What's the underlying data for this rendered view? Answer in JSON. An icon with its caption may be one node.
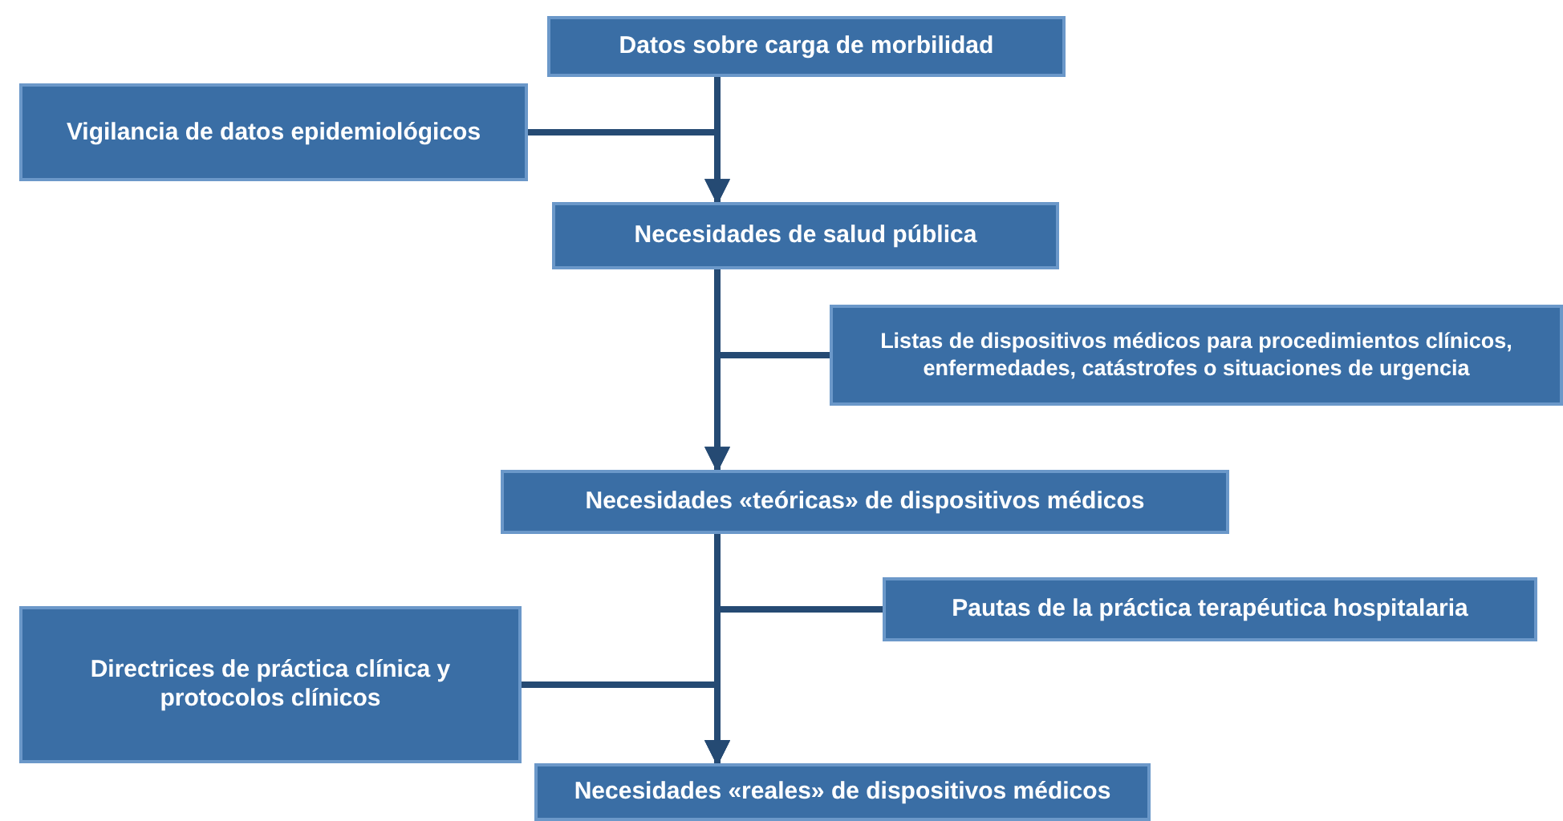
{
  "diagram": {
    "nodes": [
      {
        "text": [
          "Datos sobre carga de morbilidad"
        ]
      },
      {
        "text": [
          "Vigilancia de datos epidemiológicos"
        ]
      },
      {
        "text": [
          "Necesidades de salud pública"
        ]
      },
      {
        "text": [
          "Listas de dispositivos médicos para procedimientos clínicos, enfermedades, catástrofes o situaciones de urgencia"
        ]
      },
      {
        "text": [
          "Necesidades «teóricas» de dispositivos médicos"
        ]
      },
      {
        "text": [
          "Pautas de la práctica terapéutica hospitalaria"
        ]
      },
      {
        "text": [
          "Directrices de práctica clínica y protocolos clínicos"
        ]
      },
      {
        "text": [
          "Necesidades «reales» de dispositivos médicos"
        ]
      }
    ],
    "edges": [
      {
        "from": 0,
        "to": 2,
        "arrow": "to"
      },
      {
        "from": 1,
        "to": 2,
        "arrow": "to"
      },
      {
        "from": 2,
        "to": 4,
        "arrow": "to"
      },
      {
        "from": 3,
        "to": 4,
        "arrow": "to"
      },
      {
        "from": 4,
        "to": 7,
        "arrow": "to"
      },
      {
        "from": 5,
        "to": 7,
        "arrow": "to"
      },
      {
        "from": 6,
        "to": 7,
        "arrow": "to"
      }
    ]
  }
}
